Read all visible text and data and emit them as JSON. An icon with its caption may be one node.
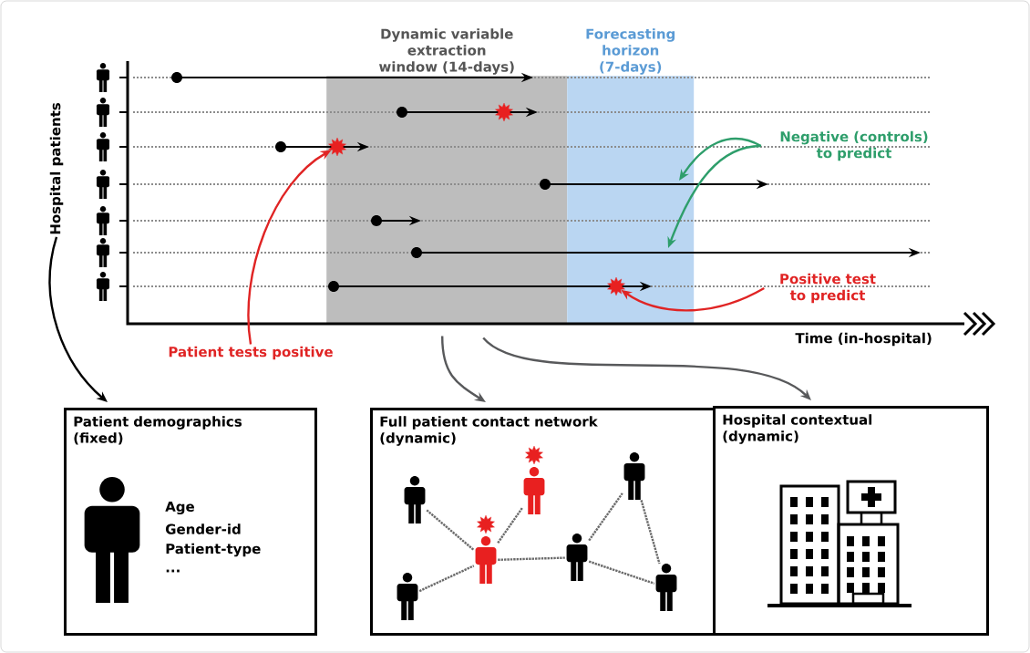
{
  "diagram": {
    "nodes": [
      {
        "text": [
          "Hospital patients"
        ]
      },
      {
        "text": [
          "Dynamic variable extraction window (14-days)"
        ]
      },
      {
        "text": [
          "Forecasting horizon (7-days)"
        ]
      },
      {
        "text": [],
        "shape": "star",
        "in": 1
      },
      {
        "text": [],
        "shape": "star",
        "in": 1
      },
      {
        "text": [],
        "shape": "star",
        "in": 2
      },
      {
        "text": [
          "Negative (controls) to predict"
        ]
      },
      {
        "text": [
          "Positive test to predict"
        ]
      },
      {
        "text": [
          "Patient tests positive"
        ]
      },
      {
        "text": [
          "Patient demographics (fixed)",
          "Age",
          "Gender-id",
          "Patient-type",
          "..."
        ]
      },
      {
        "text": [
          "Full patient contact network (dynamic)"
        ]
      },
      {
        "text": [
          "Hospital contextual (dynamic)"
        ]
      },
      {
        "text": [],
        "shape": "person",
        "in": 10
      },
      {
        "text": [],
        "shape": "person",
        "in": 10
      },
      {
        "text": [],
        "shape": "person",
        "in": 10
      },
      {
        "text": [],
        "shape": "person",
        "in": 10
      },
      {
        "text": [],
        "shape": "person",
        "in": 10
      },
      {
        "text": [],
        "shape": "person",
        "in": 10
      },
      {
        "text": [],
        "shape": "person",
        "in": 10
      }
    ],
    "edges": [
      {
        "from": 0,
        "to": 9,
        "arrow": "to",
        "color": "#000000"
      },
      {
        "from": 8,
        "to": 4,
        "arrow": "to",
        "color": "#e02424"
      },
      {
        "from": 6,
        "to": 2,
        "arrow": "to",
        "color": "#2e9e6b"
      },
      {
        "from": 6,
        "to": 2,
        "arrow": "to",
        "color": "#2e9e6b"
      },
      {
        "from": 7,
        "to": 5,
        "arrow": "to",
        "color": "#e02424"
      },
      {
        "from": 1,
        "to": 10,
        "arrow": "to",
        "color": "#58595b"
      },
      {
        "from": 1,
        "to": 11,
        "arrow": "to",
        "color": "#58595b"
      },
      {
        "from": 13,
        "to": 14,
        "arrow": "none",
        "style": "dashed"
      },
      {
        "from": 12,
        "to": 14,
        "arrow": "none",
        "style": "dashed"
      },
      {
        "from": 14,
        "to": 15,
        "arrow": "none",
        "style": "dashed"
      },
      {
        "from": 14,
        "to": 16,
        "arrow": "none",
        "style": "dashed"
      },
      {
        "from": 16,
        "to": 17,
        "arrow": "none",
        "style": "dashed"
      },
      {
        "from": 17,
        "to": 18,
        "arrow": "none",
        "style": "dashed"
      },
      {
        "from": 16,
        "to": 18,
        "arrow": "none",
        "style": "dashed"
      }
    ],
    "labels": [
      "Time (in-hospital)"
    ]
  }
}
